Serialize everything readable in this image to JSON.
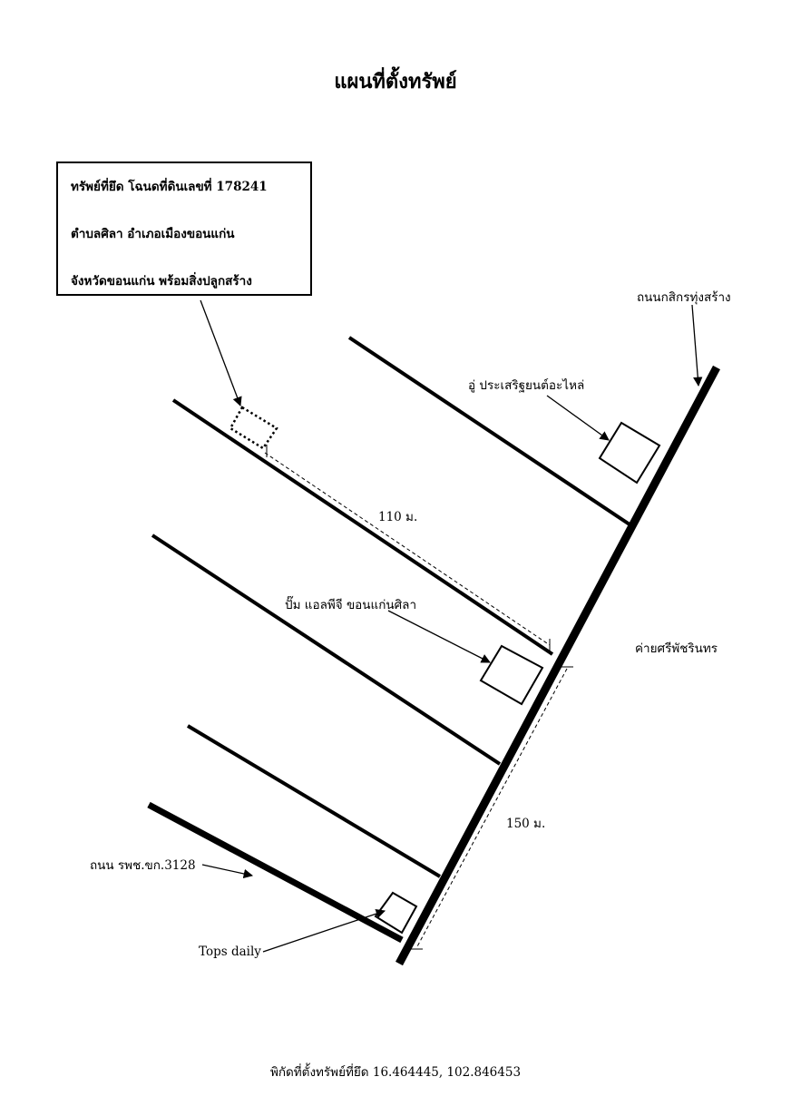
{
  "title": "แผนที่ตั้งทรัพย์",
  "info_box": {
    "line1": "ทรัพย์ที่ยึด โฉนดที่ดินเลขที่ 178241",
    "line2": "ตำบลศิลา อำเภอเมืองขอนแก่น",
    "line3": "จังหวัดขอนแก่น  พร้อมสิ่งปลูกสร้าง"
  },
  "labels": {
    "main_road": "ถนนกสิกรทุ่งสร้าง",
    "spare_parts_shop": "อู่ ประเสริฐยนต์อะไหล่",
    "distance_110": "110 ม.",
    "lpg_station": "ปั๊ม แอลพีจี ขอนแก่นศิลา",
    "army_camp": "ค่ายศรีพัชรินทร",
    "distance_150": "150 ม.",
    "hospital_road": "ถนน รพช.ขก.3128",
    "tops_daily": "Tops daily"
  },
  "footer": "พิกัดที่ตั้งทรัพย์ที่ยึด 16.464445, 102.846453"
}
